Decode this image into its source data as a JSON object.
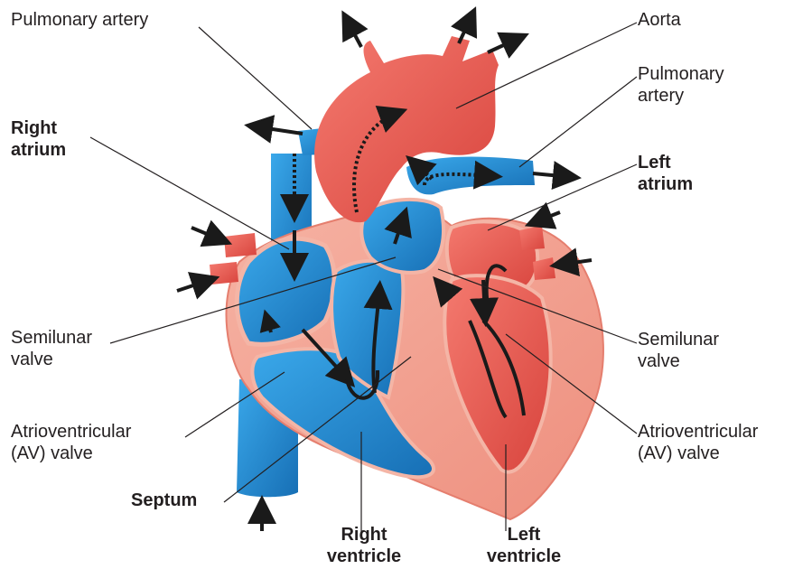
{
  "labels": {
    "pulmonary_artery_left": "Pulmonary artery",
    "aorta": "Aorta",
    "pulmonary_artery_right": [
      "Pulmonary",
      "artery"
    ],
    "right_atrium": [
      "Right",
      "atrium"
    ],
    "left_atrium": [
      "Left",
      "atrium"
    ],
    "semilunar_valve_left": [
      "Semilunar",
      "valve"
    ],
    "semilunar_valve_right": [
      "Semilunar",
      "valve"
    ],
    "av_valve_left": [
      "Atrioventricular",
      "(AV) valve"
    ],
    "av_valve_right": [
      "Atrioventricular",
      "(AV) valve"
    ],
    "septum": "Septum",
    "right_ventricle": [
      "Right",
      "ventricle"
    ],
    "left_ventricle": [
      "Left",
      "ventricle"
    ]
  },
  "colors": {
    "oxygen_poor_blood": "#1f8fd6",
    "oxygen_rich_blood": "#e8554e",
    "heart_muscle": "#f2a08e",
    "flow_arrows": "#1a1a1a",
    "leader_lines": "#231f20"
  }
}
